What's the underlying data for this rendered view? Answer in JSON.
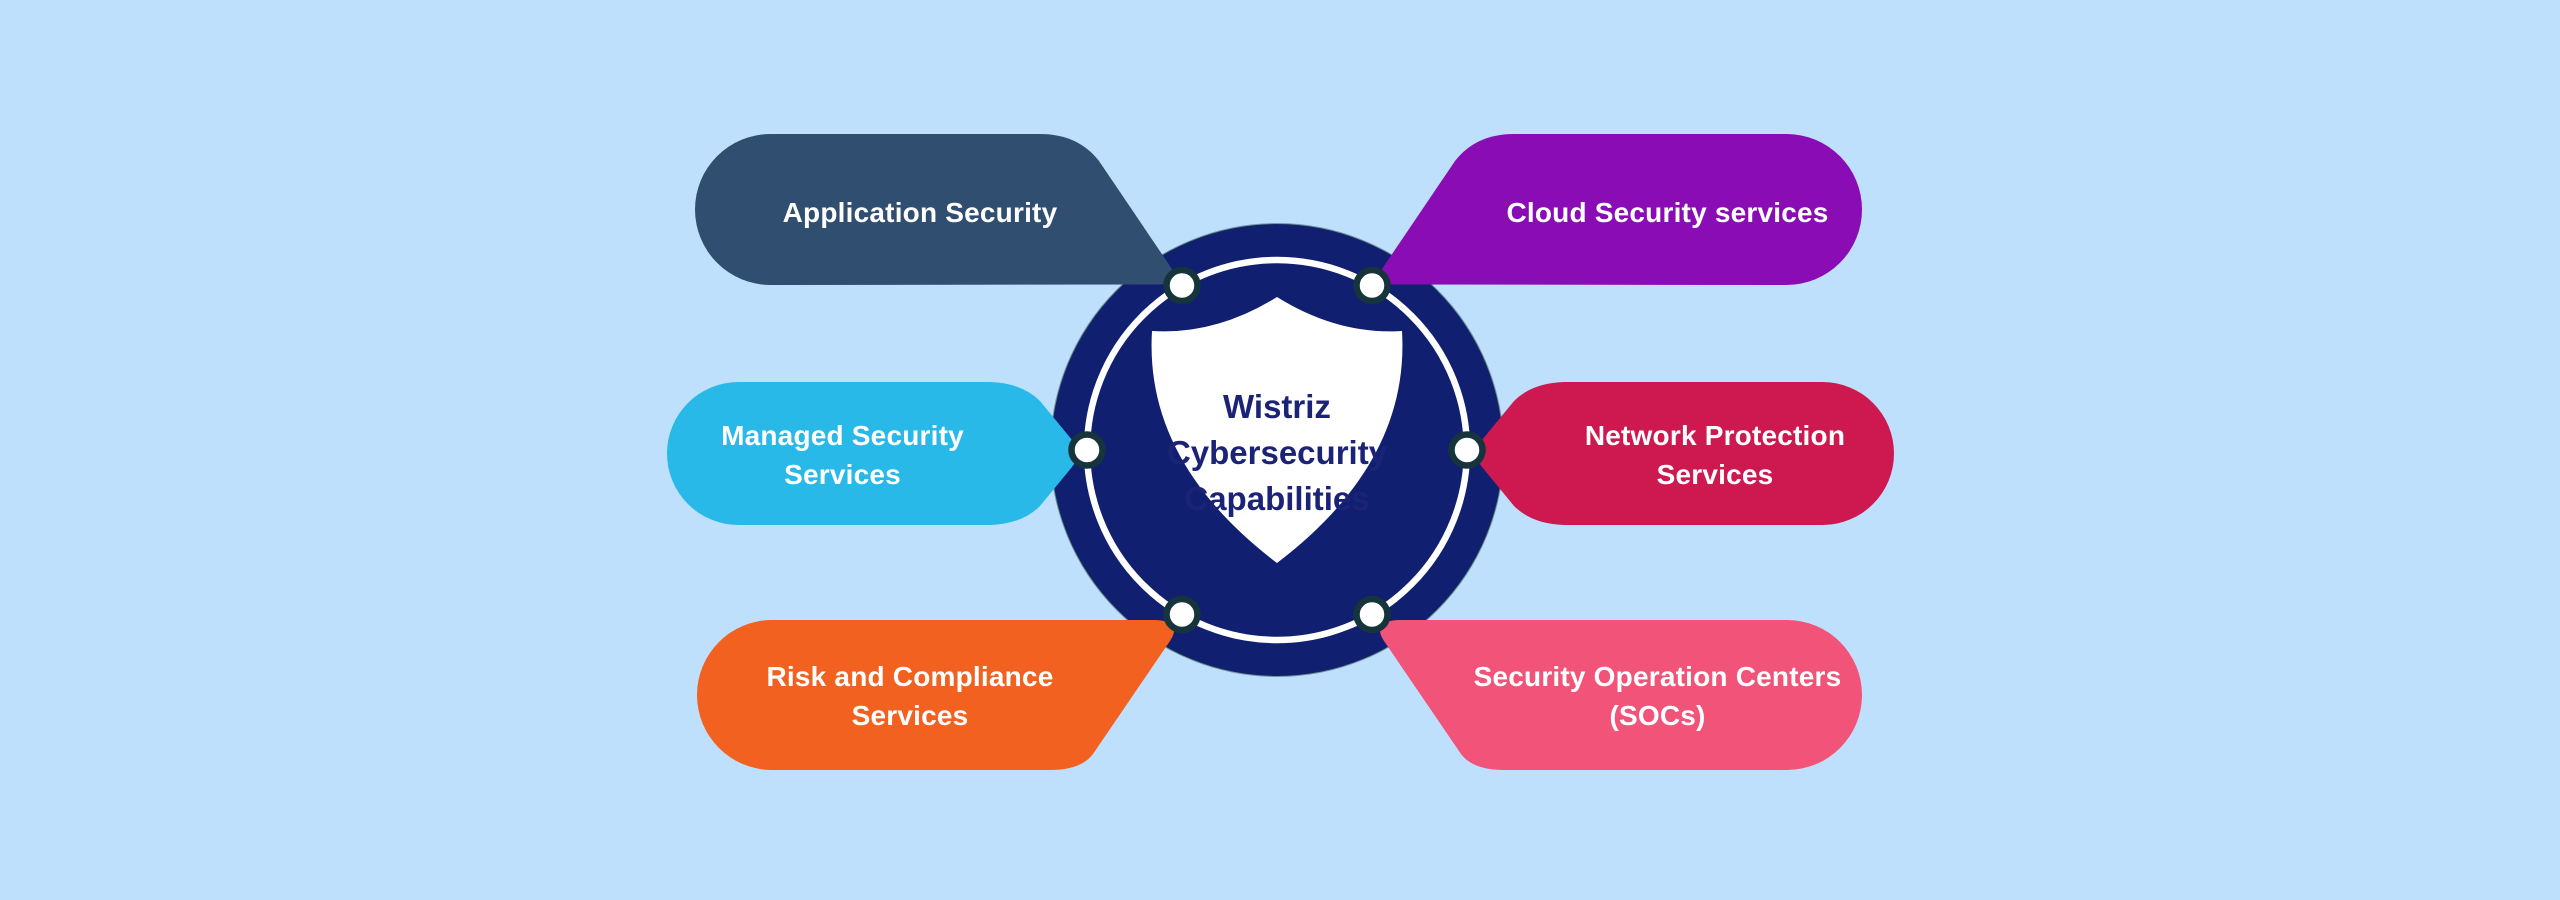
{
  "diagram": {
    "title": "Wistriz\nCybersecurity\nCapabilities",
    "background_color": "#bfe0fc",
    "center": {
      "disc_color": "#101f70",
      "ring_color": "#ffffff",
      "shield_color": "#ffffff",
      "title_color": "#1b2377",
      "dot_fill": "#ffffff",
      "dot_outline": "#16343c"
    },
    "capabilities": [
      {
        "label": "Application Security",
        "color": "#304e70",
        "position": "top-left"
      },
      {
        "label": "Cloud Security services",
        "color": "#8a0cb5",
        "position": "top-right"
      },
      {
        "label": "Managed Security\nServices",
        "color": "#28b9e8",
        "position": "middle-left"
      },
      {
        "label": "Network Protection\nServices",
        "color": "#cd1950",
        "position": "middle-right"
      },
      {
        "label": "Risk and Compliance\nServices",
        "color": "#f2611f",
        "position": "bottom-left"
      },
      {
        "label": "Security Operation Centers\n(SOCs)",
        "color": "#f25378",
        "position": "bottom-right"
      },
      {
        "label_text_color": "#ffffff"
      }
    ]
  }
}
